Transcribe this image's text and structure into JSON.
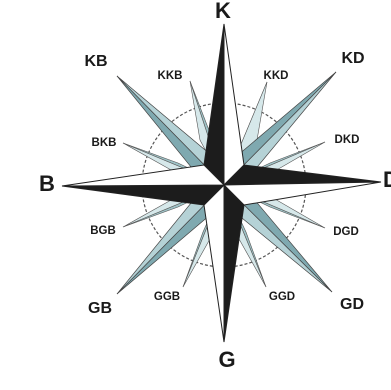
{
  "colors": {
    "primary_dark": "#1c1c1c",
    "primary_light": "#ffffff",
    "intercardinal_dark": "#7fa9b0",
    "intercardinal_light": "#b5d2d6",
    "minor_dark": "#9ec2c6",
    "minor_light": "#d6e8ea",
    "outline": "#222222",
    "circle": "#555555"
  },
  "labels": {
    "north": "K",
    "south": "G",
    "west": "B",
    "east": "D",
    "northwest": "KB",
    "northeast": "KD",
    "southwest": "GB",
    "southeast": "GD",
    "north_northwest": "KKB",
    "north_northeast": "KKD",
    "west_northwest": "BKB",
    "east_northeast": "DKD",
    "west_southwest": "BGB",
    "east_southeast": "DGD",
    "south_southwest": "GGB",
    "south_southeast": "GGD"
  }
}
